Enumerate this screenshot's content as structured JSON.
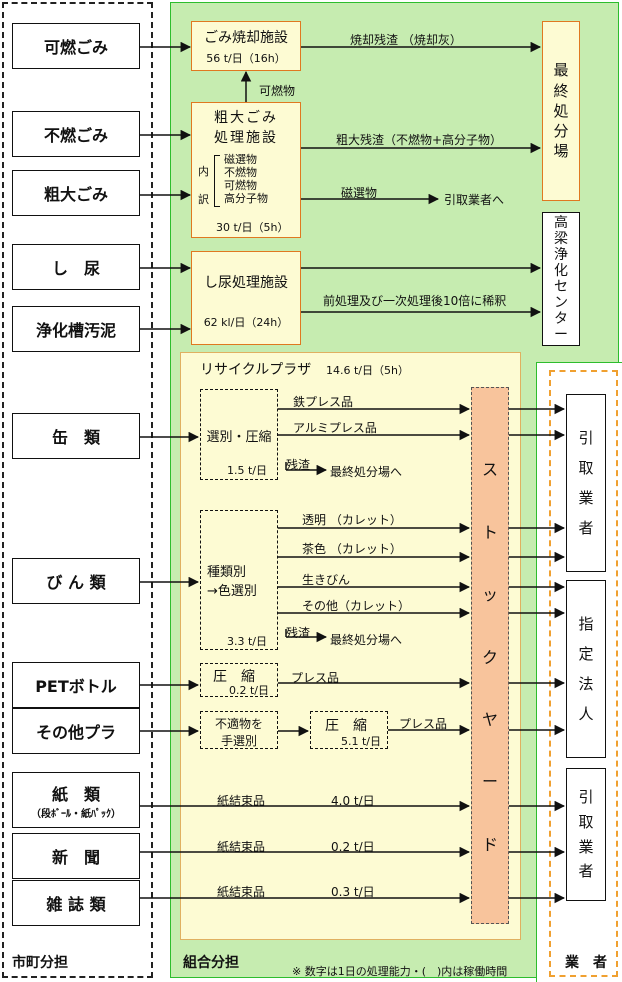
{
  "sources": [
    {
      "label": "可燃ごみ"
    },
    {
      "label": "不燃ごみ"
    },
    {
      "label": "粗大ごみ"
    },
    {
      "label": "し　尿"
    },
    {
      "label": "浄化槽汚泥"
    },
    {
      "label": "缶　類"
    },
    {
      "label": "び ん 類"
    },
    {
      "label": "PETボトル"
    },
    {
      "label": "その他プラ"
    },
    {
      "label": "紙　類",
      "sub": "（段ﾎﾞｰﾙ・紙ﾊﾟｯｸ）"
    },
    {
      "label": "新　聞"
    },
    {
      "label": "雑 誌 類"
    }
  ],
  "incinerator": {
    "name": "ごみ焼却施設",
    "capacity": "56 t/日（16h）"
  },
  "bulky": {
    "name_line1": "粗大ごみ",
    "name_line2": "処理施設",
    "breakdown_label_1": "内",
    "breakdown_label_2": "訳",
    "items": [
      "磁選物",
      "不燃物",
      "可燃物",
      "高分子物"
    ],
    "capacity": "30 t/日（5h）"
  },
  "night_soil": {
    "name": "し尿処理施設",
    "capacity": "62 kl/日（24h）"
  },
  "flows": {
    "combustible": "可燃物",
    "ash": "焼却残渣 （焼却灰）",
    "bulky_residue": "粗大残渣（不燃物+高分子物）",
    "magnetic": "磁選物",
    "to_vendor": "引取業者へ",
    "dilution": "前処理及び一次処理後10倍に稀釈"
  },
  "landfill": {
    "chars": [
      "最",
      "終",
      "処",
      "分",
      "場"
    ]
  },
  "takahashi": {
    "chars": [
      "高",
      "梁",
      "浄",
      "化",
      "セ",
      "ン",
      "タ",
      "ー"
    ]
  },
  "recycle_plaza": {
    "title": "リサイクルプラザ",
    "capacity": "14.6 t/日（5h）"
  },
  "cans": {
    "process": "選別・圧縮",
    "capacity": "1.5 t/日",
    "residue": "残渣",
    "to_landfill": "最終処分場へ",
    "out1": "鉄プレス品",
    "out2": "アルミプレス品"
  },
  "bottles": {
    "process_line1": "種類別",
    "process_line2": "→色選別",
    "capacity": "3.3 t/日",
    "residue": "残渣",
    "to_landfill": "最終処分場へ",
    "out1": "透明 （カレット）",
    "out2": "茶色 （カレット）",
    "out3": "生きびん",
    "out4": "その他（カレット）"
  },
  "pet": {
    "process": "圧　縮",
    "capacity": "0.2 t/日",
    "out": "プレス品"
  },
  "plastic": {
    "select_line1": "不適物を",
    "select_line2": "手選別",
    "process": "圧　縮",
    "capacity": "5.1 t/日",
    "out": "プレス品"
  },
  "paper": {
    "out": "紙結束品",
    "amount": "4.0 t/日"
  },
  "newspaper": {
    "out": "紙結束品",
    "amount": "0.2 t/日"
  },
  "magazines": {
    "out": "紙結束品",
    "amount": "0.3 t/日"
  },
  "stockyard": {
    "chars": [
      "ス",
      "ト",
      "ッ",
      "ク",
      "ヤ",
      "ー",
      "ド"
    ]
  },
  "vendors": {
    "pickup1": [
      "引",
      "取",
      "業",
      "者"
    ],
    "designated": [
      "指",
      "定",
      "法",
      "人"
    ],
    "pickup2": [
      "引",
      "取",
      "業",
      "者"
    ]
  },
  "zones": {
    "city": "市町分担",
    "union": "組合分担",
    "vendor": "業　者"
  },
  "note": "※ 数字は1日の処理能力・(　)内は稼働時間"
}
